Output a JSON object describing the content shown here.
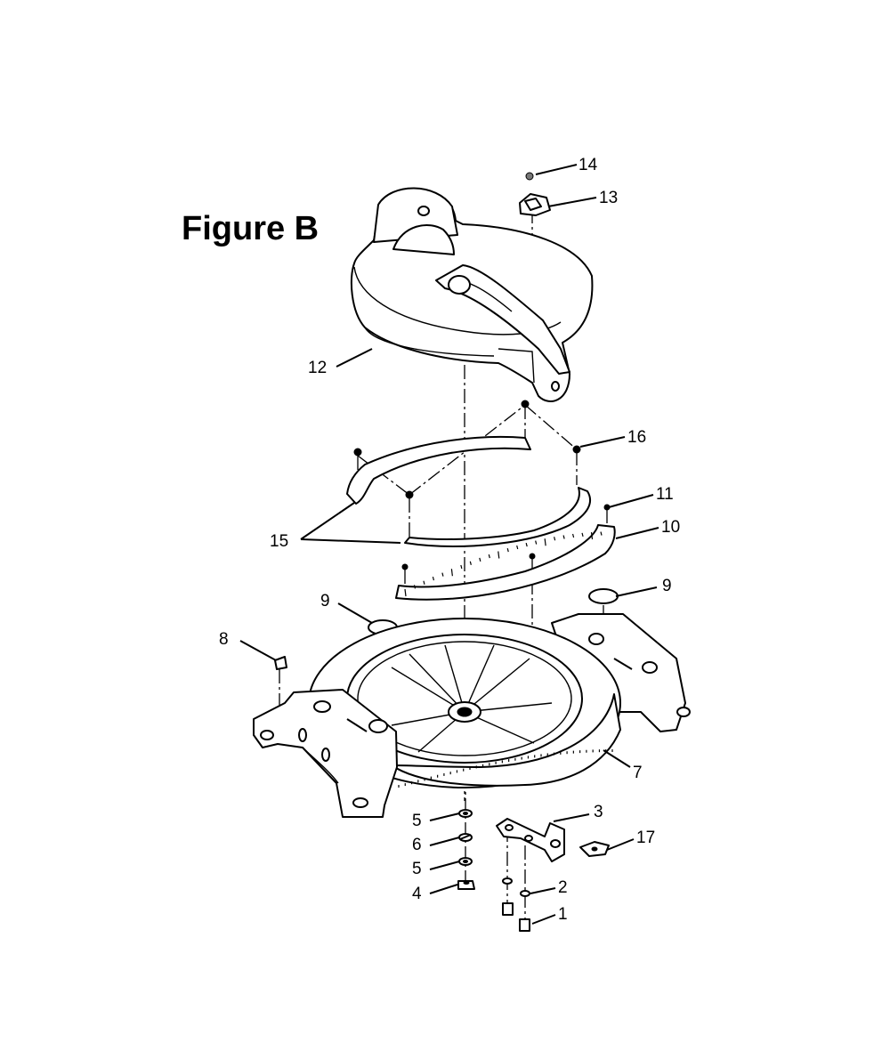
{
  "title": "Figure B",
  "callouts": [
    {
      "id": "c14",
      "label": "14"
    },
    {
      "id": "c13",
      "label": "13"
    },
    {
      "id": "c12",
      "label": "12"
    },
    {
      "id": "c16",
      "label": "16"
    },
    {
      "id": "c11",
      "label": "11"
    },
    {
      "id": "c10",
      "label": "10"
    },
    {
      "id": "c15",
      "label": "15"
    },
    {
      "id": "c9l",
      "label": "9"
    },
    {
      "id": "c9r",
      "label": "9"
    },
    {
      "id": "c8",
      "label": "8"
    },
    {
      "id": "c7",
      "label": "7"
    },
    {
      "id": "c3",
      "label": "3"
    },
    {
      "id": "c17",
      "label": "17"
    },
    {
      "id": "c5a",
      "label": "5"
    },
    {
      "id": "c6",
      "label": "6"
    },
    {
      "id": "c5b",
      "label": "5"
    },
    {
      "id": "c4",
      "label": "4"
    },
    {
      "id": "c2",
      "label": "2"
    },
    {
      "id": "c1",
      "label": "1"
    }
  ]
}
